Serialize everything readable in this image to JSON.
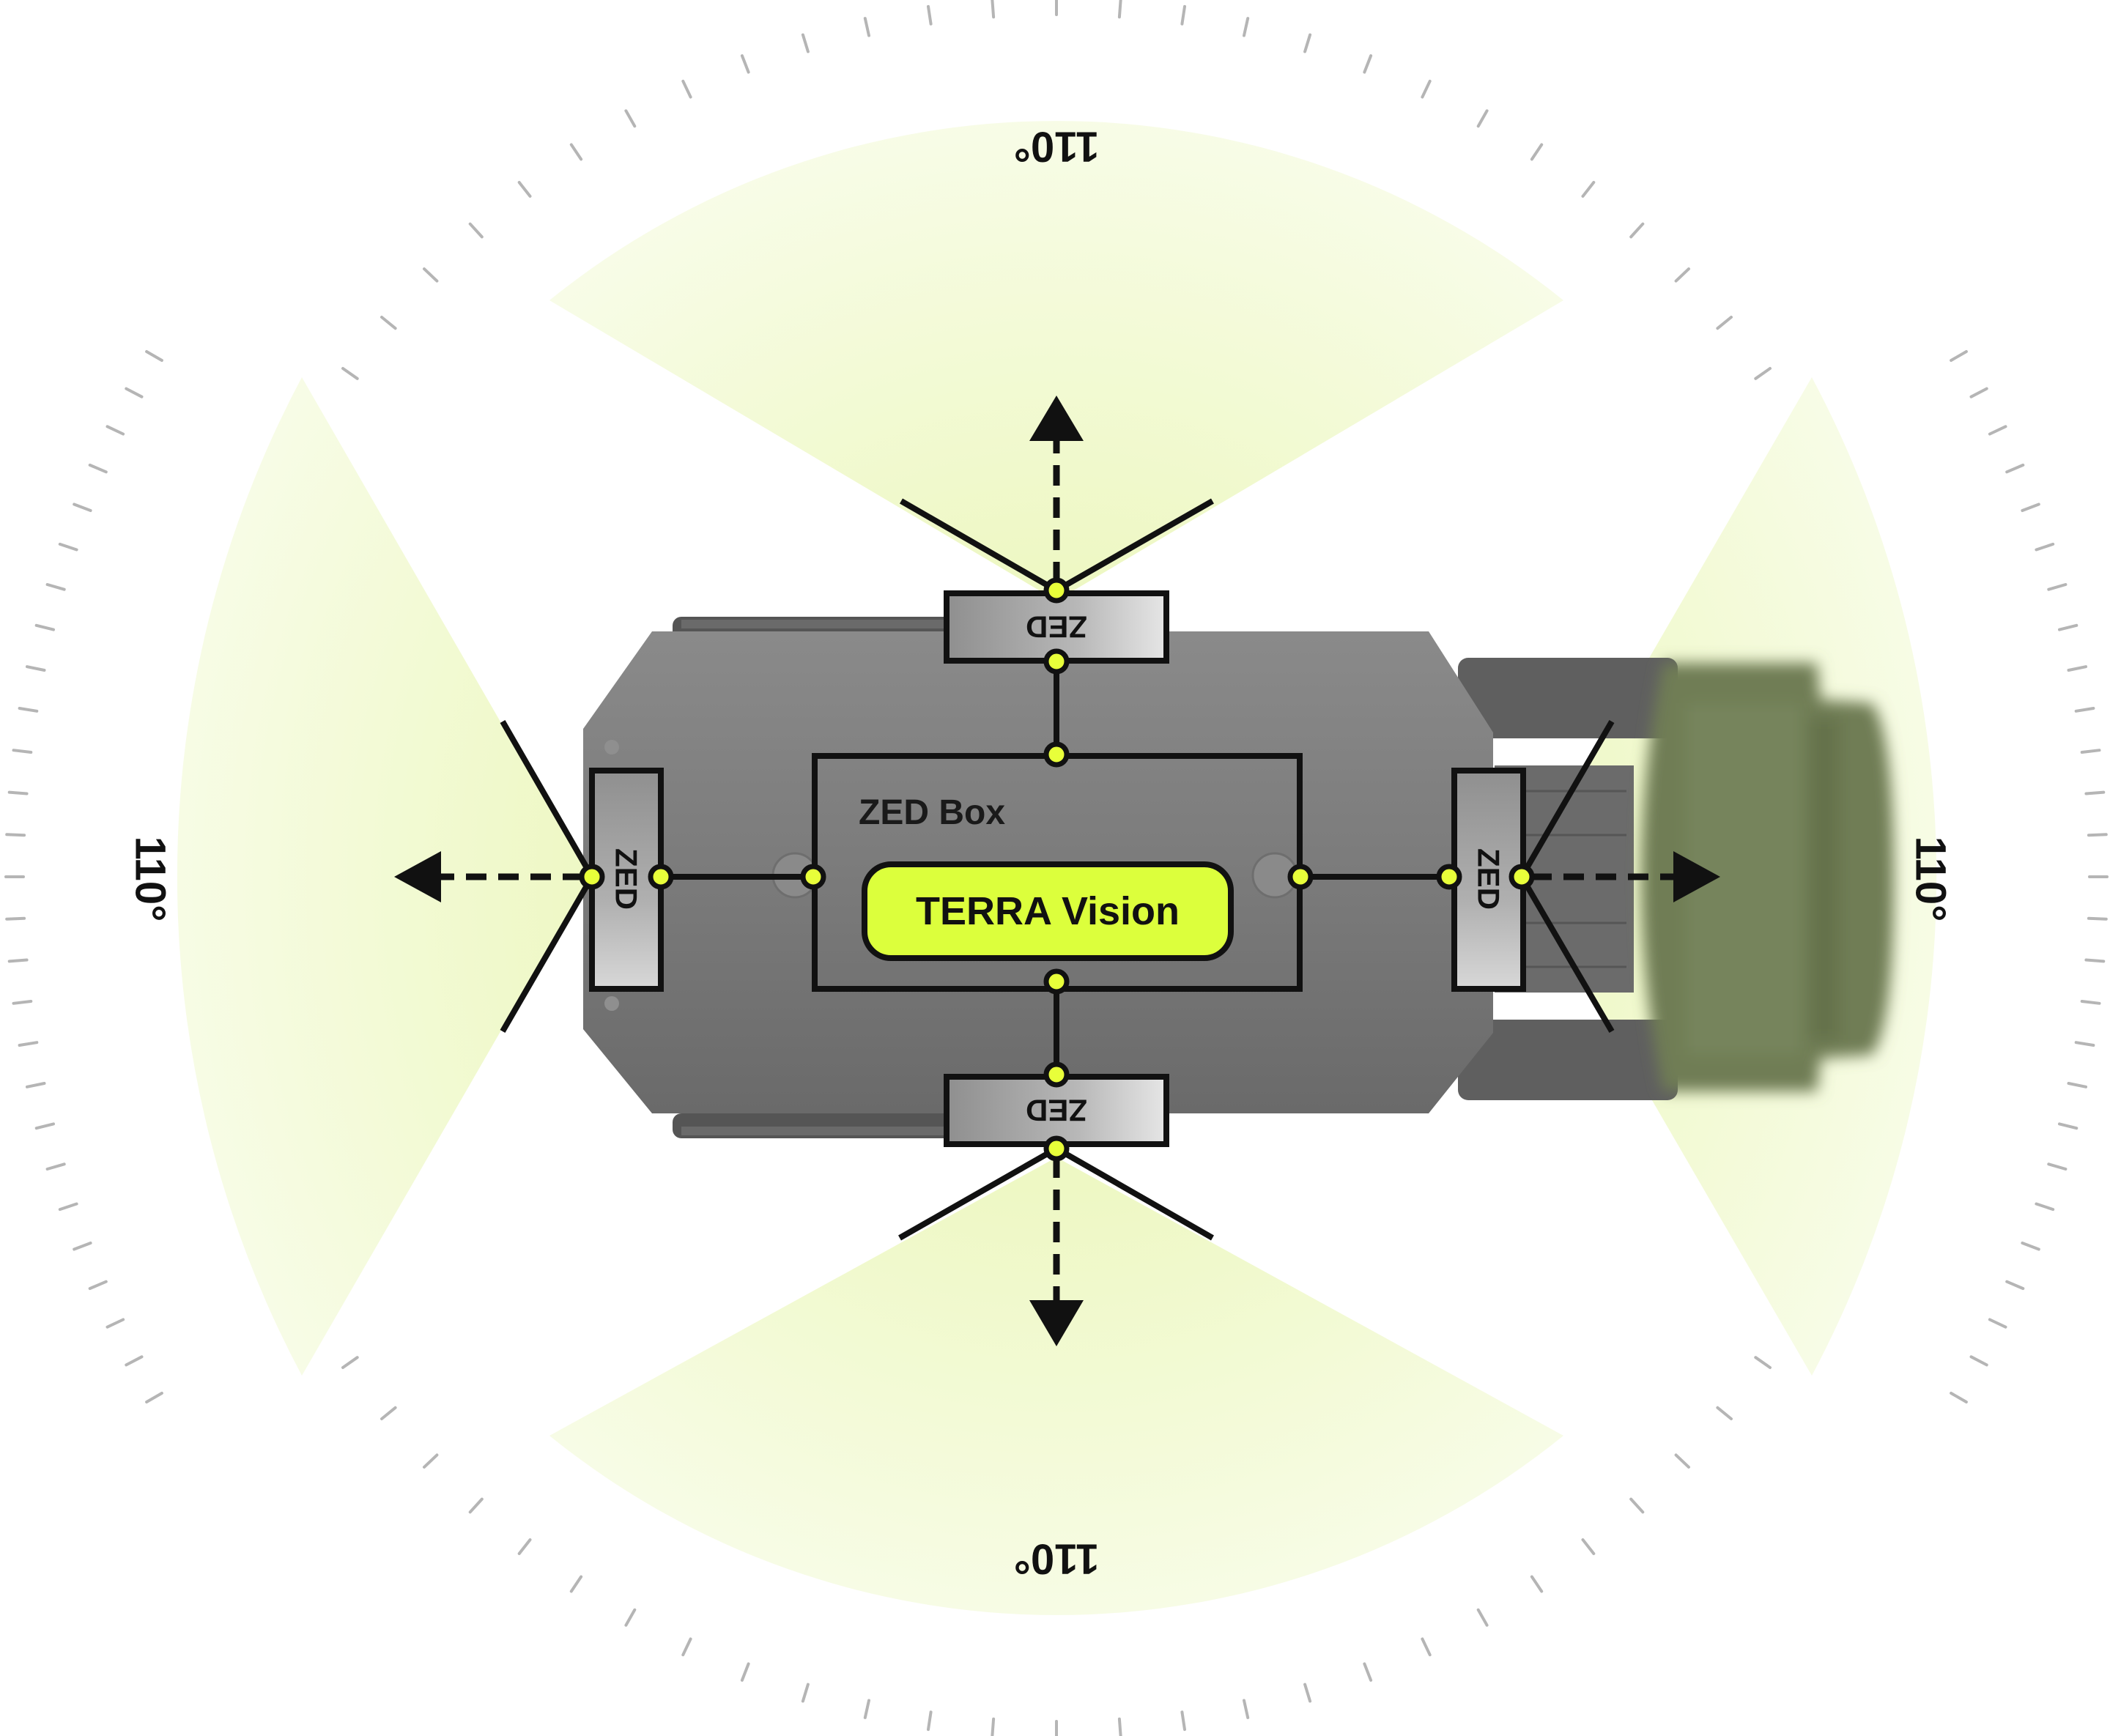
{
  "diagram": {
    "controller": {
      "label": "ZED Box",
      "software_label": "TERRA Vision",
      "accent_color": "#dcff3c"
    },
    "cameras": [
      {
        "id": "front",
        "label": "ZED",
        "fov_label": "110°",
        "fov_degrees": 110
      },
      {
        "id": "rear",
        "label": "ZED",
        "fov_label": "110°",
        "fov_degrees": 110
      },
      {
        "id": "left",
        "label": "ZED",
        "fov_label": "110°",
        "fov_degrees": 110
      },
      {
        "id": "right",
        "label": "ZED",
        "fov_label": "110°",
        "fov_degrees": 110
      }
    ],
    "colors": {
      "fov_fill": "#f2f9d6",
      "vehicle_body": "#7a7a7a",
      "attachment": "#6f7d55",
      "connector_dot": "#e8ff3a",
      "line": "#111111"
    }
  }
}
